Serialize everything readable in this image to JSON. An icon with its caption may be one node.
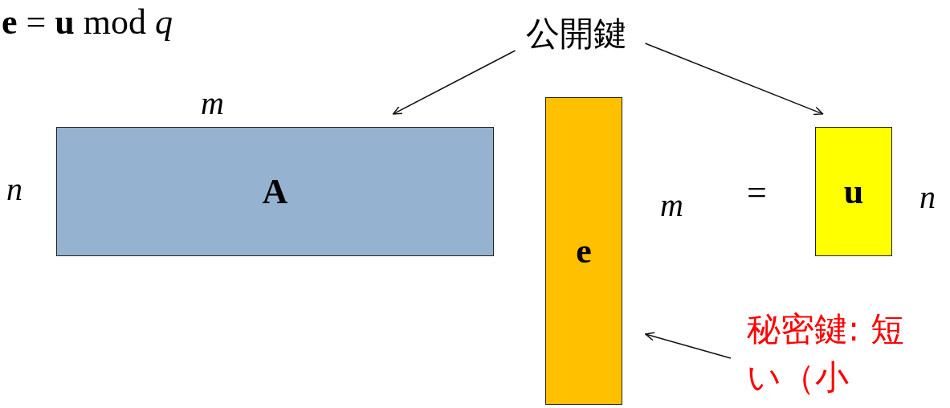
{
  "diagram": {
    "nodes": [
      {
        "text": [
          "公開鍵"
        ]
      },
      {
        "text": [
          "A"
        ],
        "beside": [
          "m",
          "n"
        ]
      },
      {
        "text": [
          "e"
        ],
        "beside": [
          "m"
        ]
      },
      {
        "text": [
          "u"
        ],
        "beside": [
          "n"
        ]
      },
      {
        "text": [
          "秘密鍵: 短い（小"
        ]
      }
    ],
    "edges": [
      {
        "from": 0,
        "to": 1,
        "arrow": "to"
      },
      {
        "from": 0,
        "to": 3,
        "arrow": "to"
      },
      {
        "from": 4,
        "to": 2,
        "arrow": "to"
      }
    ],
    "labels": [
      "**e** = **u** mod *q*",
      "="
    ]
  }
}
